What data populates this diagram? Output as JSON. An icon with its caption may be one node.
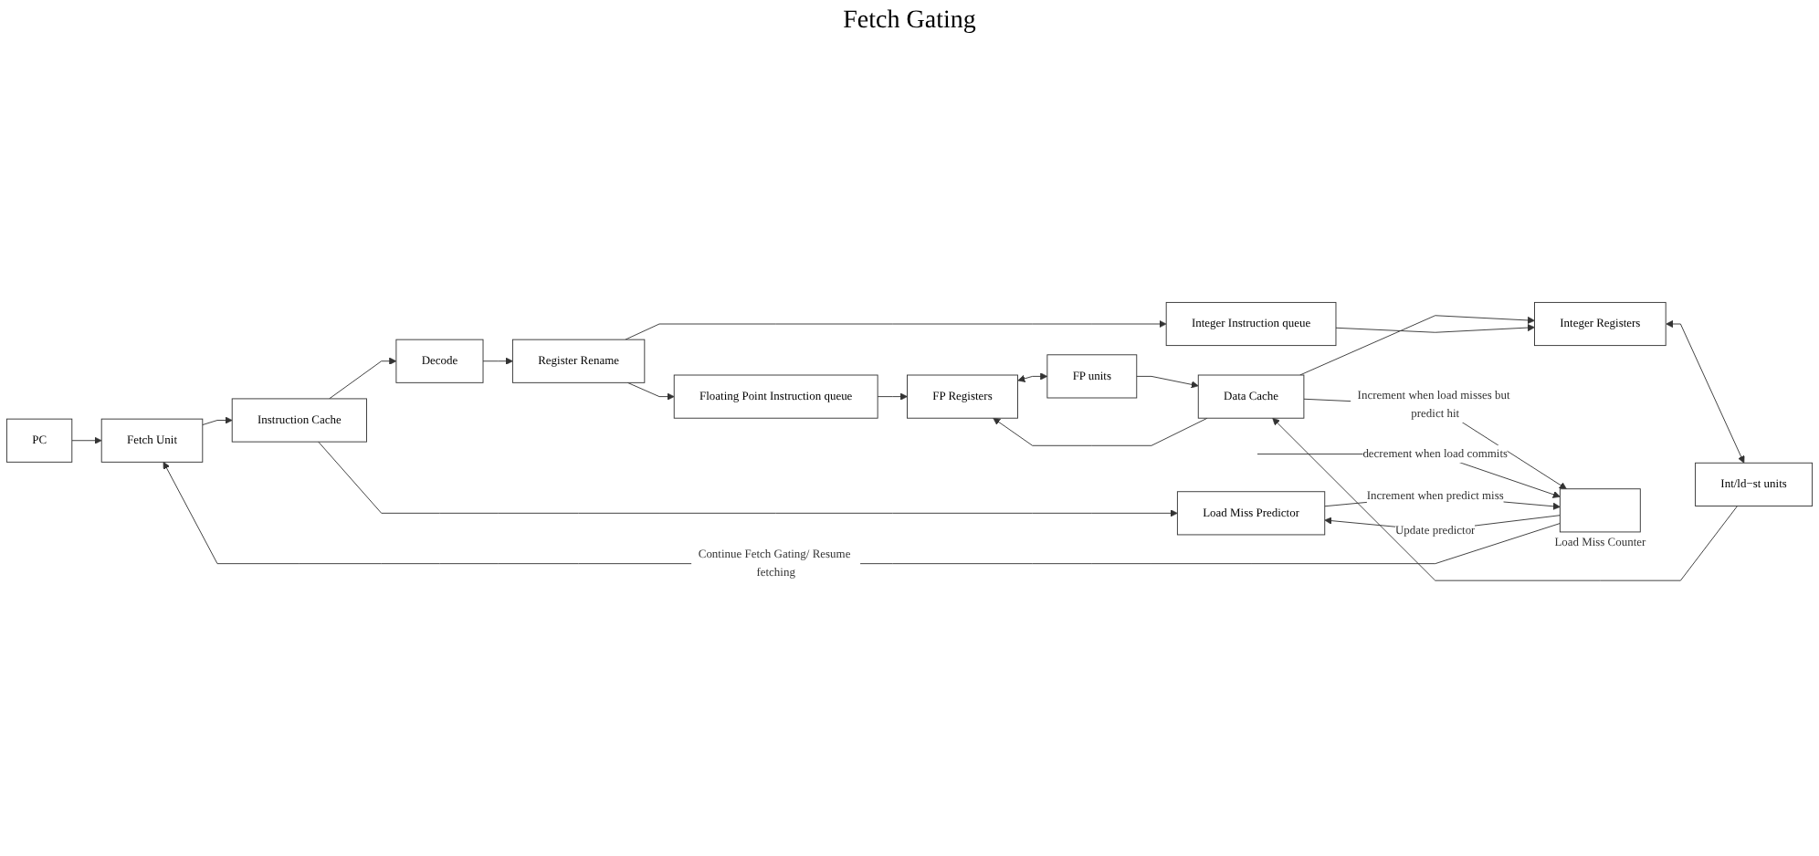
{
  "diagram": {
    "nodes": [
      {
        "text": [
          "Fetch Unit"
        ]
      },
      {
        "text": [
          "PC"
        ]
      },
      {
        "text": [
          "Floating Point Instruction queue"
        ]
      },
      {
        "text": [
          "FP Registers"
        ]
      },
      {
        "text": [
          "FP units"
        ]
      },
      {
        "text": [
          "Data Cache"
        ]
      },
      {
        "text": [
          "Instruction Cache"
        ]
      },
      {
        "text": [
          "Load Miss Predictor"
        ]
      },
      {
        "text": [
          "Decode"
        ]
      },
      {
        "text": [
          "Register Rename"
        ]
      },
      {
        "text": [
          "Integer Instruction queue"
        ]
      },
      {
        "text": [
          "Integer Registers"
        ]
      },
      {
        "text": [
          "Int/ld−st units"
        ]
      },
      {
        "text": [],
        "shape": "box",
        "beside": [
          "Load Miss Counter"
        ]
      }
    ],
    "edges": [
      {
        "from": 1,
        "to": 0,
        "arrow": "to"
      },
      {
        "from": 0,
        "to": 6,
        "arrow": "to"
      },
      {
        "from": 6,
        "to": 7,
        "arrow": "to"
      },
      {
        "from": 6,
        "to": 8,
        "arrow": "to"
      },
      {
        "from": 8,
        "to": 9,
        "arrow": "to"
      },
      {
        "from": 9,
        "to": 2,
        "arrow": "to"
      },
      {
        "from": 9,
        "to": 10,
        "arrow": "to"
      },
      {
        "from": 2,
        "to": 3,
        "arrow": "to"
      },
      {
        "from": 3,
        "to": 4,
        "arrow": "both"
      },
      {
        "from": 4,
        "to": 5,
        "arrow": "to"
      },
      {
        "from": 5,
        "to": 3,
        "arrow": "to"
      },
      {
        "from": 5,
        "to": 11,
        "arrow": "to"
      },
      {
        "from": 10,
        "to": 11,
        "arrow": "to"
      },
      {
        "from": 11,
        "to": 12,
        "arrow": "both"
      },
      {
        "from": 12,
        "to": 5,
        "arrow": "to"
      },
      {
        "from": 5,
        "to": 13,
        "arrow": "to",
        "label": "Increment when load misses but predict hit"
      },
      {
        "from": null,
        "to": 13,
        "arrow": "to",
        "label": "decrement when load commits"
      },
      {
        "from": 13,
        "to": 7,
        "arrow": "to",
        "label": "Update predictor"
      },
      {
        "from": 7,
        "to": 13,
        "arrow": "to",
        "label": "Increment when predict miss"
      },
      {
        "from": 13,
        "to": 0,
        "arrow": "to",
        "label": "Continue Fetch Gating/ Resume fetching"
      }
    ],
    "labels": [
      "Fetch Gating"
    ]
  }
}
